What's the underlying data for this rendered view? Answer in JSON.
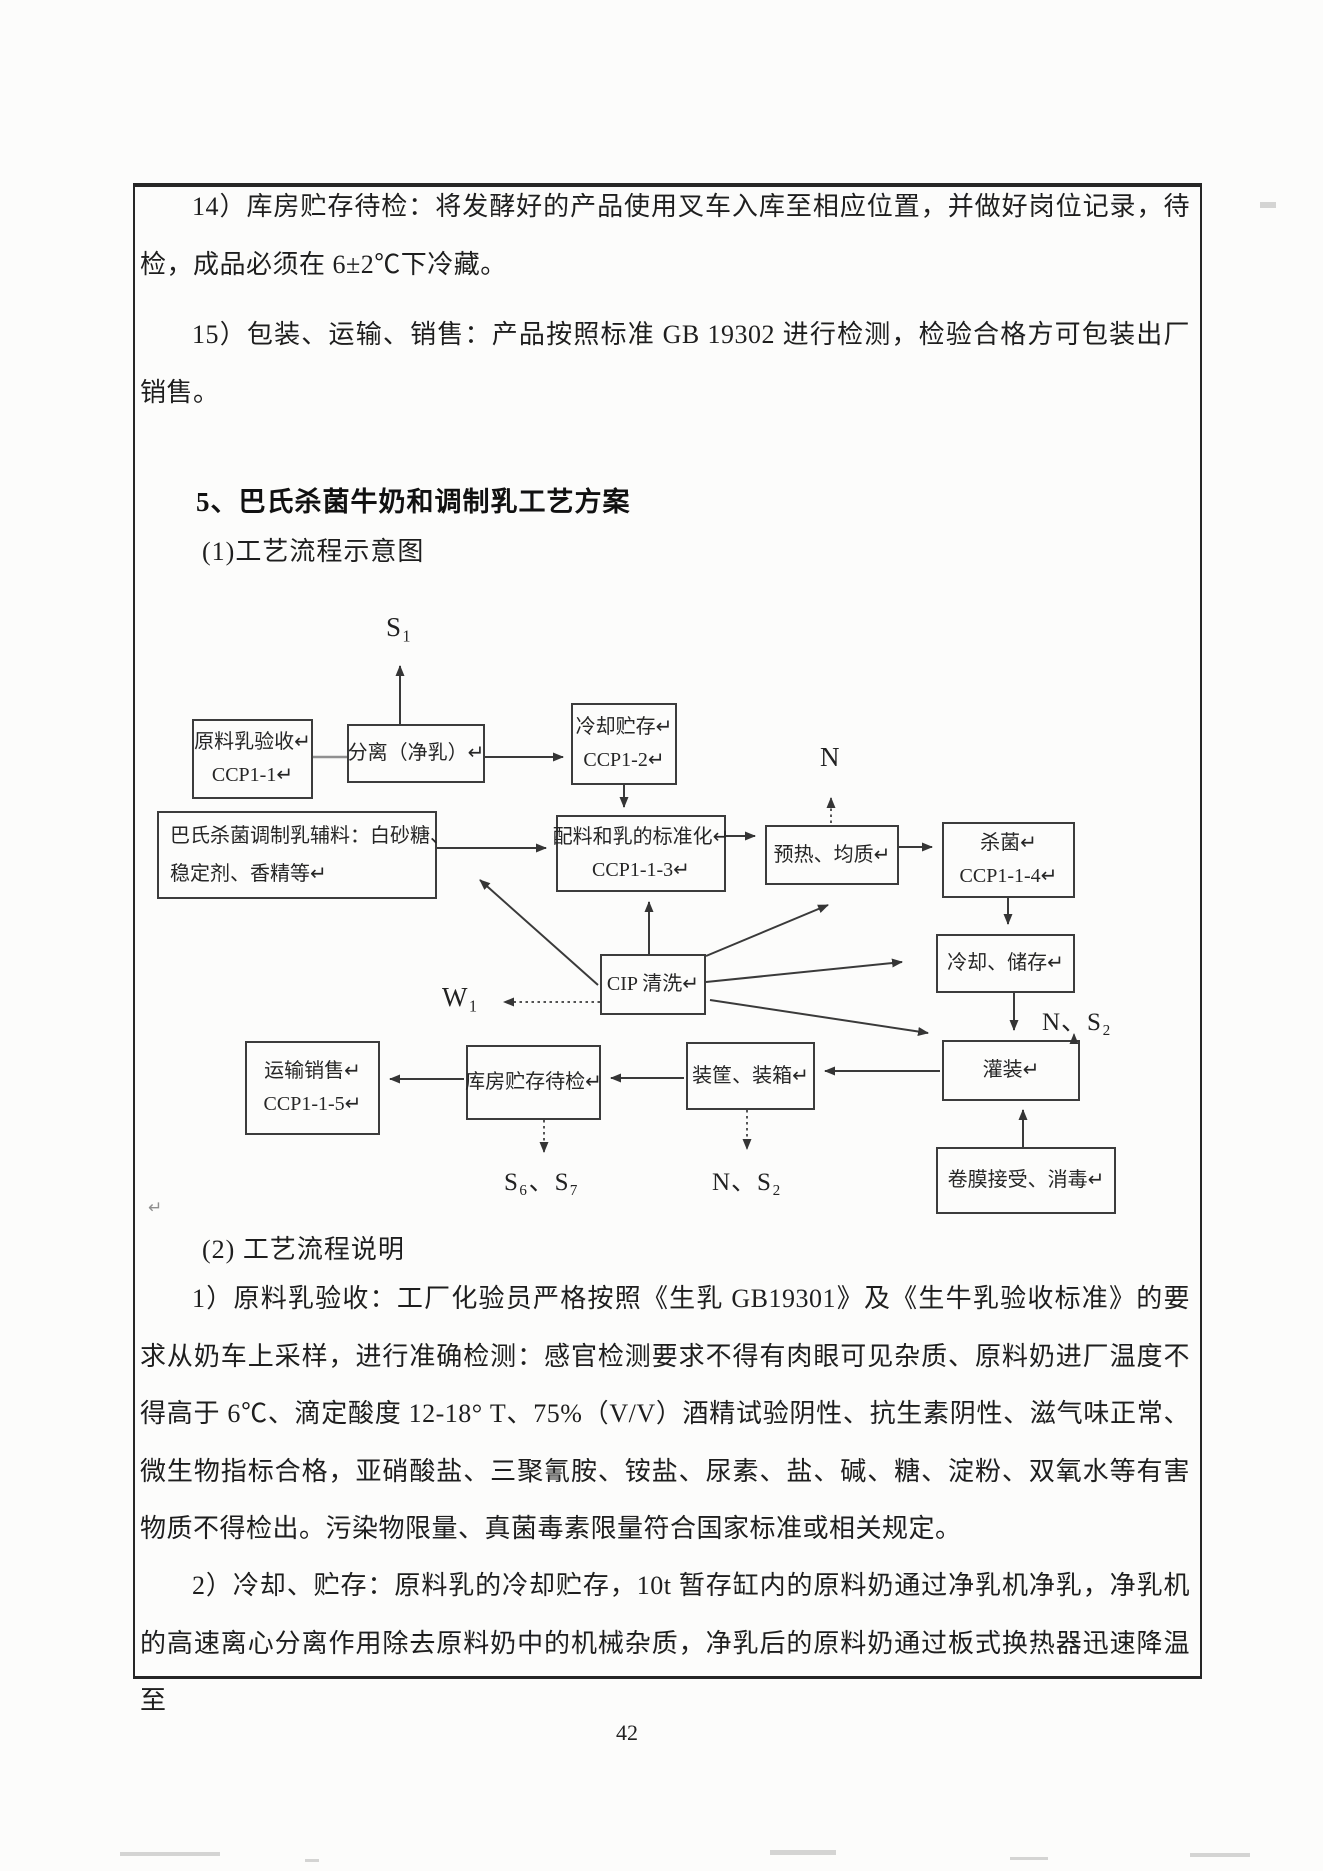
{
  "page_number": "42",
  "content": {
    "para_14": "14）库房贮存待检：将发酵好的产品使用叉车入库至相应位置，并做好岗位记录，待检，成品必须在 6±2℃下冷藏。",
    "para_15": "15）包装、运输、销售：产品按照标准 GB 19302 进行检测，检验合格方可包装出厂销售。",
    "section_heading": "5、巴氏杀菌牛奶和调制乳工艺方案",
    "sub_1": "(1)工艺流程示意图",
    "sub_2": "(2) 工艺流程说明",
    "para_1": "1）原料乳验收：工厂化验员严格按照《生乳 GB19301》及《生牛乳验收标准》的要求从奶车上采样，进行准确检测：感官检测要求不得有肉眼可见杂质、原料奶进厂温度不得高于 6℃、滴定酸度 12-18° T、75%（V/V）酒精试验阴性、抗生素阴性、滋气味正常、微生物指标合格，亚硝酸盐、三聚氰胺、铵盐、尿素、盐、碱、糖、淀粉、双氧水等有害物质不得检出。污染物限量、真菌毒素限量符合国家标准或相关规定。",
    "para_2": "2）冷却、贮存：原料乳的冷却贮存，10t 暂存缸内的原料奶通过净乳机净乳，净乳机的高速离心分离作用除去原料奶中的机械杂质，净乳后的原料奶通过板式换热器迅速降温至"
  },
  "flowchart": {
    "boxes": [
      {
        "id": "raw-milk-acceptance",
        "line1": "原料乳验收↵",
        "line2": "CCP1-1↵"
      },
      {
        "id": "separation-clarification",
        "line1": "分离（净乳）↵",
        "line2": ""
      },
      {
        "id": "cooling-storage",
        "line1": "冷却贮存↵",
        "line2": "CCP1-2↵"
      },
      {
        "id": "auxiliary-materials",
        "line1": "巴氏杀菌调制乳辅料：白砂糖、",
        "line2": "稳定剂、香精等↵"
      },
      {
        "id": "standardization",
        "line1": "配料和乳的标准化↵",
        "line2": "CCP1-1-3↵"
      },
      {
        "id": "preheat-homogenize",
        "line1": "预热、均质↵",
        "line2": ""
      },
      {
        "id": "sterilization",
        "line1": "杀菌↵",
        "line2": "CCP1-1-4↵"
      },
      {
        "id": "cool-store",
        "line1": "冷却、储存↵",
        "line2": ""
      },
      {
        "id": "cip-cleaning",
        "line1": "CIP 清洗↵",
        "line2": ""
      },
      {
        "id": "filling",
        "line1": "灌装↵",
        "line2": ""
      },
      {
        "id": "crating-boxing",
        "line1": "装筐、装箱↵",
        "line2": ""
      },
      {
        "id": "warehouse-storage-inspection",
        "line1": "库房贮存待检↵",
        "line2": ""
      },
      {
        "id": "transport-sales",
        "line1": "运输销售↵",
        "line2": "CCP1-1-5↵"
      },
      {
        "id": "film-receiving-disinfection",
        "line1": "卷膜接受、消毒↵",
        "line2": ""
      }
    ],
    "labels": {
      "s1": "S₁",
      "n": "N",
      "w1": "W₁",
      "ns2_filling": "N、S₂",
      "ns2_crating": "N、S₂",
      "s6_s7": "S₆、S₇",
      "stray_mark": "↵"
    }
  }
}
